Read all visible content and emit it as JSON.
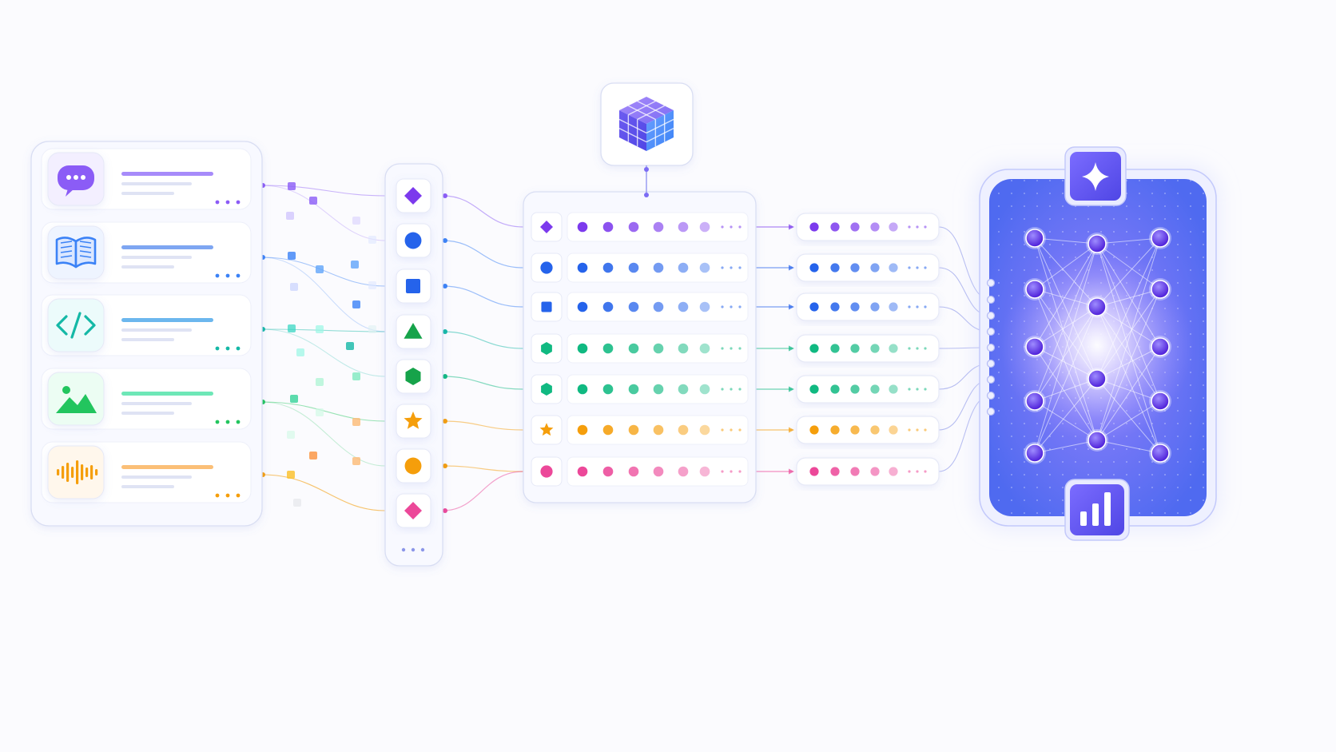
{
  "sources": [
    {
      "icon": "chat-bubble-icon",
      "color": "#8b5cf6",
      "accent": "#a78bfa",
      "tint": "#f3efff"
    },
    {
      "icon": "open-book-icon",
      "color": "#3b82f6",
      "accent": "#7ea6f2",
      "tint": "#eef4ff"
    },
    {
      "icon": "code-brackets-icon",
      "color": "#14b8a6",
      "accent": "#6cb7ee",
      "tint": "#ecfbfb"
    },
    {
      "icon": "landscape-image-icon",
      "color": "#22c55e",
      "accent": "#6ee7b7",
      "tint": "#ecfdf3"
    },
    {
      "icon": "audio-waveform-icon",
      "color": "#f59e0b",
      "accent": "#fbbf77",
      "tint": "#fff7ec"
    }
  ],
  "tokens": [
    {
      "shape": "diamond",
      "color": "#7c3aed"
    },
    {
      "shape": "circle",
      "color": "#2563eb"
    },
    {
      "shape": "square",
      "color": "#2563eb"
    },
    {
      "shape": "triangle",
      "color": "#16a34a"
    },
    {
      "shape": "hexagon",
      "color": "#16a34a"
    },
    {
      "shape": "star",
      "color": "#f59e0b"
    },
    {
      "shape": "circle",
      "color": "#f59e0b"
    },
    {
      "shape": "diamond",
      "color": "#ec4899"
    }
  ],
  "embedding_rows": [
    {
      "shape": "diamond",
      "color": "#7c3aed"
    },
    {
      "shape": "circle",
      "color": "#2563eb"
    },
    {
      "shape": "square",
      "color": "#2563eb"
    },
    {
      "shape": "hexagon",
      "color": "#10b981"
    },
    {
      "shape": "hexagon",
      "color": "#10b981"
    },
    {
      "shape": "star",
      "color": "#f59e0b"
    },
    {
      "shape": "circle",
      "color": "#ec4899"
    }
  ],
  "top_icon": "cube-icon",
  "model_icons": {
    "top": "sparkle-icon",
    "bottom": "bar-chart-icon"
  },
  "network_layers": [
    5,
    4,
    5
  ],
  "colors": {
    "panel_border": "#d9def3",
    "model_fill": "#5b6cf2",
    "model_dark": "#4338ca"
  }
}
